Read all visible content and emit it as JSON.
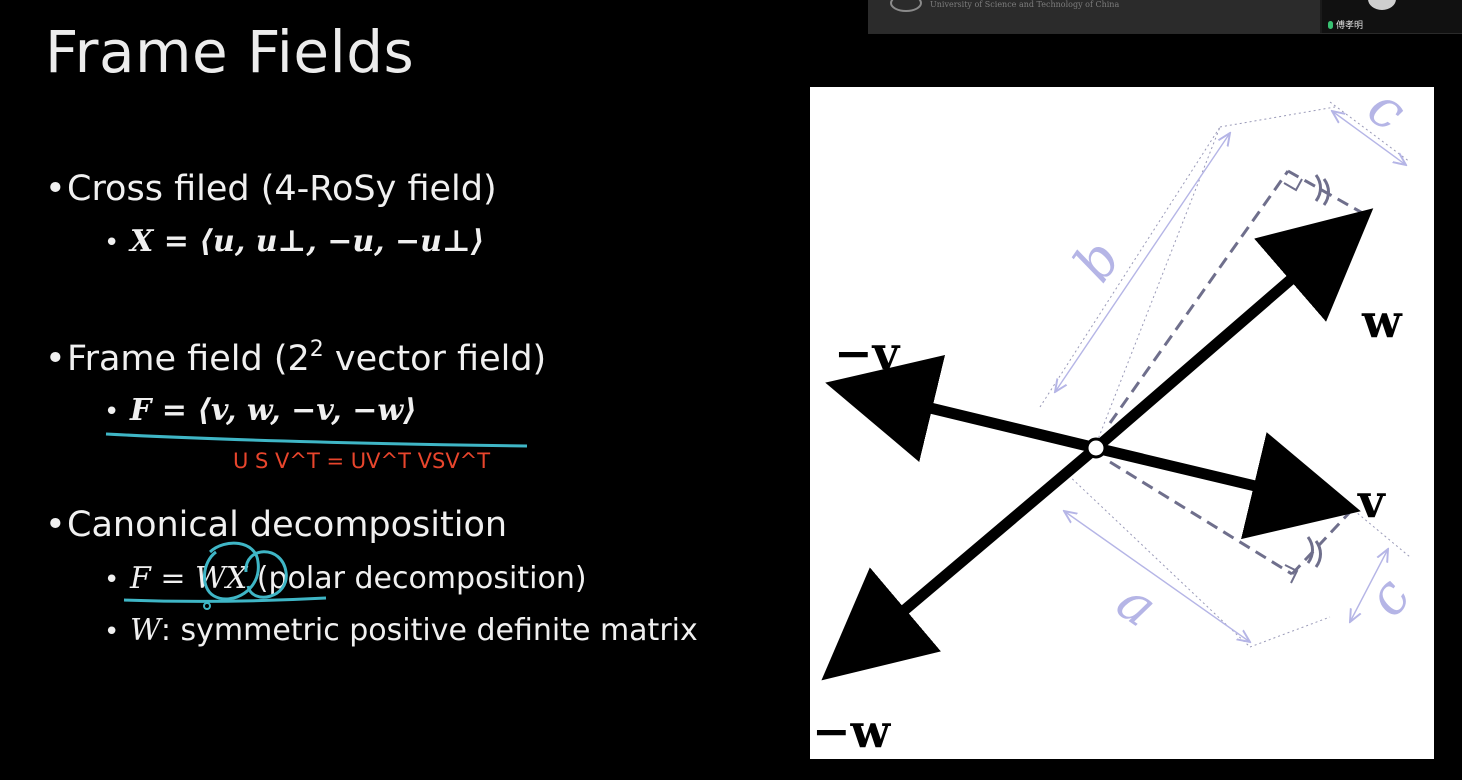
{
  "slide": {
    "title": "Frame Fields"
  },
  "meeting_bar": {
    "institution_text": "University of Science and Technology of China",
    "participant_name": "傅孝明"
  },
  "bullets": {
    "cross_field": {
      "label": "Cross filed (4-RoSy field)",
      "formula": "X = ⟨u, u⊥, −u, −u⊥⟩"
    },
    "frame_field": {
      "label_prefix": "Frame field (2",
      "label_sup": "2",
      "label_suffix": " vector field)",
      "formula": "F = ⟨v, w, −v, −w⟩",
      "annotation": "U S V^T = UV^T VSV^T"
    },
    "canonical": {
      "label": "Canonical decomposition",
      "formula": "F = WX",
      "formula_note": " (polar decomposition)",
      "w_symbol": "W",
      "w_desc": ":  symmetric positive definite matrix"
    }
  },
  "figure": {
    "label_w": "w",
    "label_minus_w": "−w",
    "label_v": "v",
    "label_minus_v": "−v",
    "label_a": "a",
    "label_b": "b",
    "label_c_top": "c",
    "label_c_bottom": "c"
  },
  "colors": {
    "background": "#000000",
    "text": "#f0f0f0",
    "annotation_red": "#e8452c",
    "ink_cyan": "#3fb6c6",
    "dim_lavender": "#b5b5e6",
    "dashed_gray": "#6f6f8c"
  }
}
